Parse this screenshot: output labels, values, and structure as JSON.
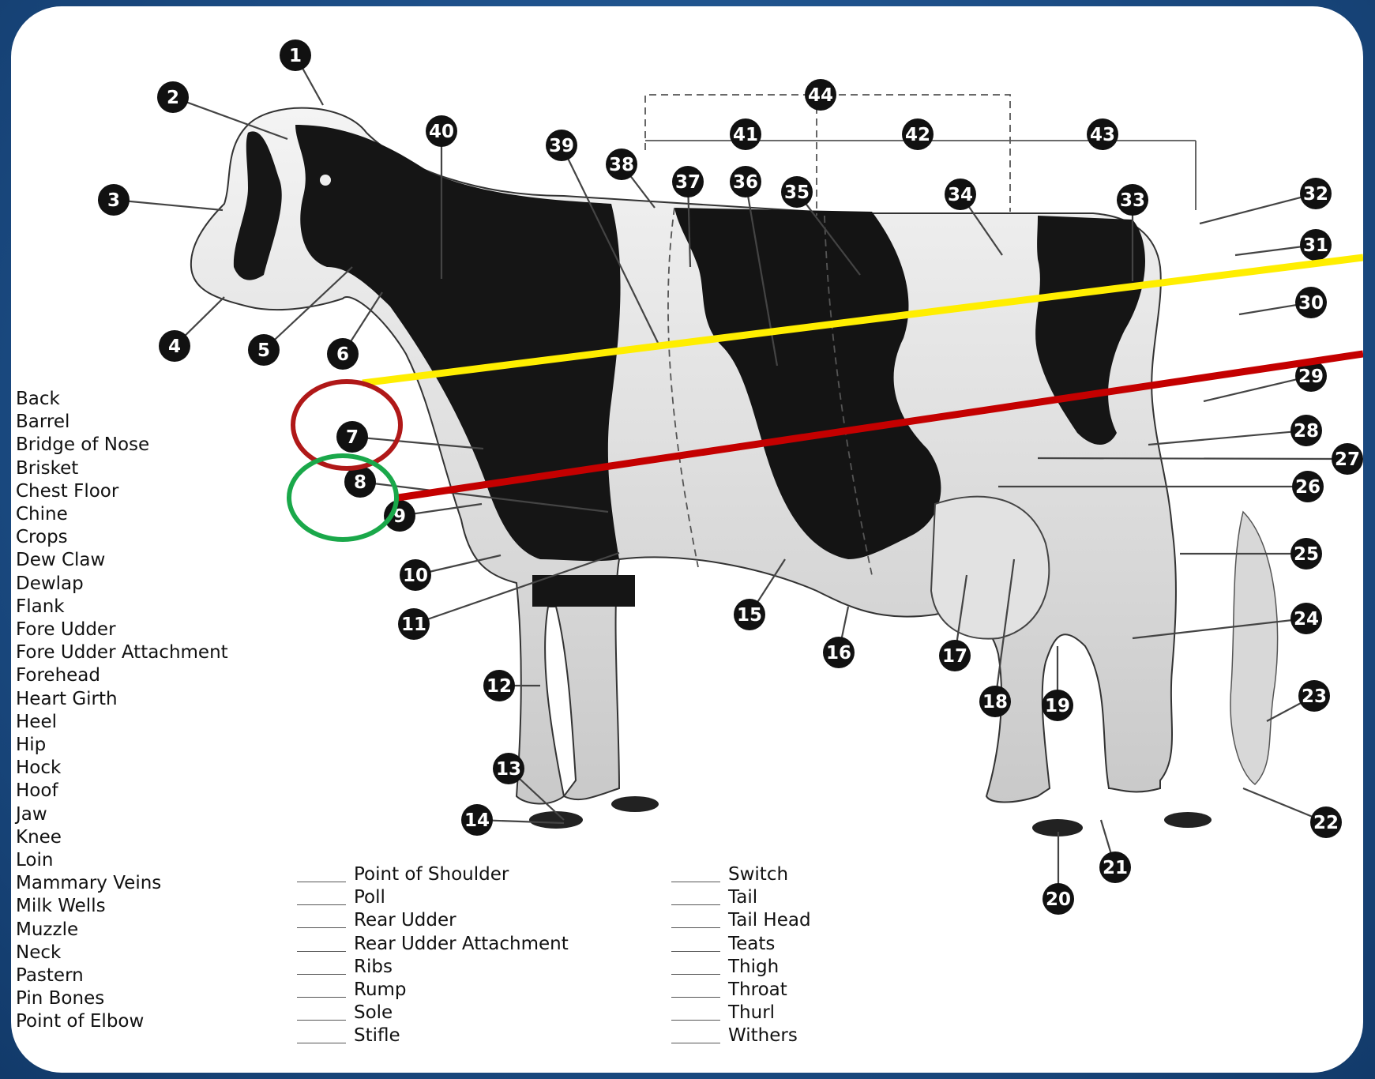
{
  "term_list_alpha": [
    "Back",
    "Barrel",
    "Bridge of Nose",
    "Brisket",
    "Chest Floor",
    "Chine",
    "Crops",
    "Dew Claw",
    "Dewlap",
    "Flank",
    "Fore Udder",
    "Fore Udder Attachment",
    "Forehead",
    "Heart Girth",
    "Heel",
    "Hip",
    "Hock",
    "Hoof",
    "Jaw",
    "Knee",
    "Loin",
    "Mammary Veins",
    "Milk Wells",
    "Muzzle",
    "Neck",
    "Pastern",
    "Pin Bones",
    "Point of Elbow"
  ],
  "term_list_col2": [
    "Point of Shoulder",
    "Poll",
    "Rear Udder",
    "Rear Udder Attachment",
    "Ribs",
    "Rump",
    "Sole",
    "Stifle"
  ],
  "term_list_col3": [
    "Switch",
    "Tail",
    "Tail Head",
    "Teats",
    "Thigh",
    "Throat",
    "Thurl",
    "Withers"
  ],
  "markers": [
    "1",
    "2",
    "3",
    "4",
    "5",
    "6",
    "7",
    "8",
    "9",
    "10",
    "11",
    "12",
    "13",
    "14",
    "15",
    "16",
    "17",
    "18",
    "19",
    "20",
    "21",
    "22",
    "23",
    "24",
    "25",
    "26",
    "27",
    "28",
    "29",
    "30",
    "31",
    "32",
    "33",
    "34",
    "35",
    "36",
    "37",
    "38",
    "39",
    "40",
    "41",
    "42",
    "43",
    "44"
  ],
  "overlay_colors": {
    "yellow_line": "#ffee00",
    "red_line": "#c40000",
    "red_circle": "#b01818",
    "green_circle": "#1aa84a"
  },
  "colors": {
    "background": "#1d4f88",
    "card": "#ffffff",
    "cow_dark": "#151515",
    "cow_light": "#e6e6e6"
  }
}
